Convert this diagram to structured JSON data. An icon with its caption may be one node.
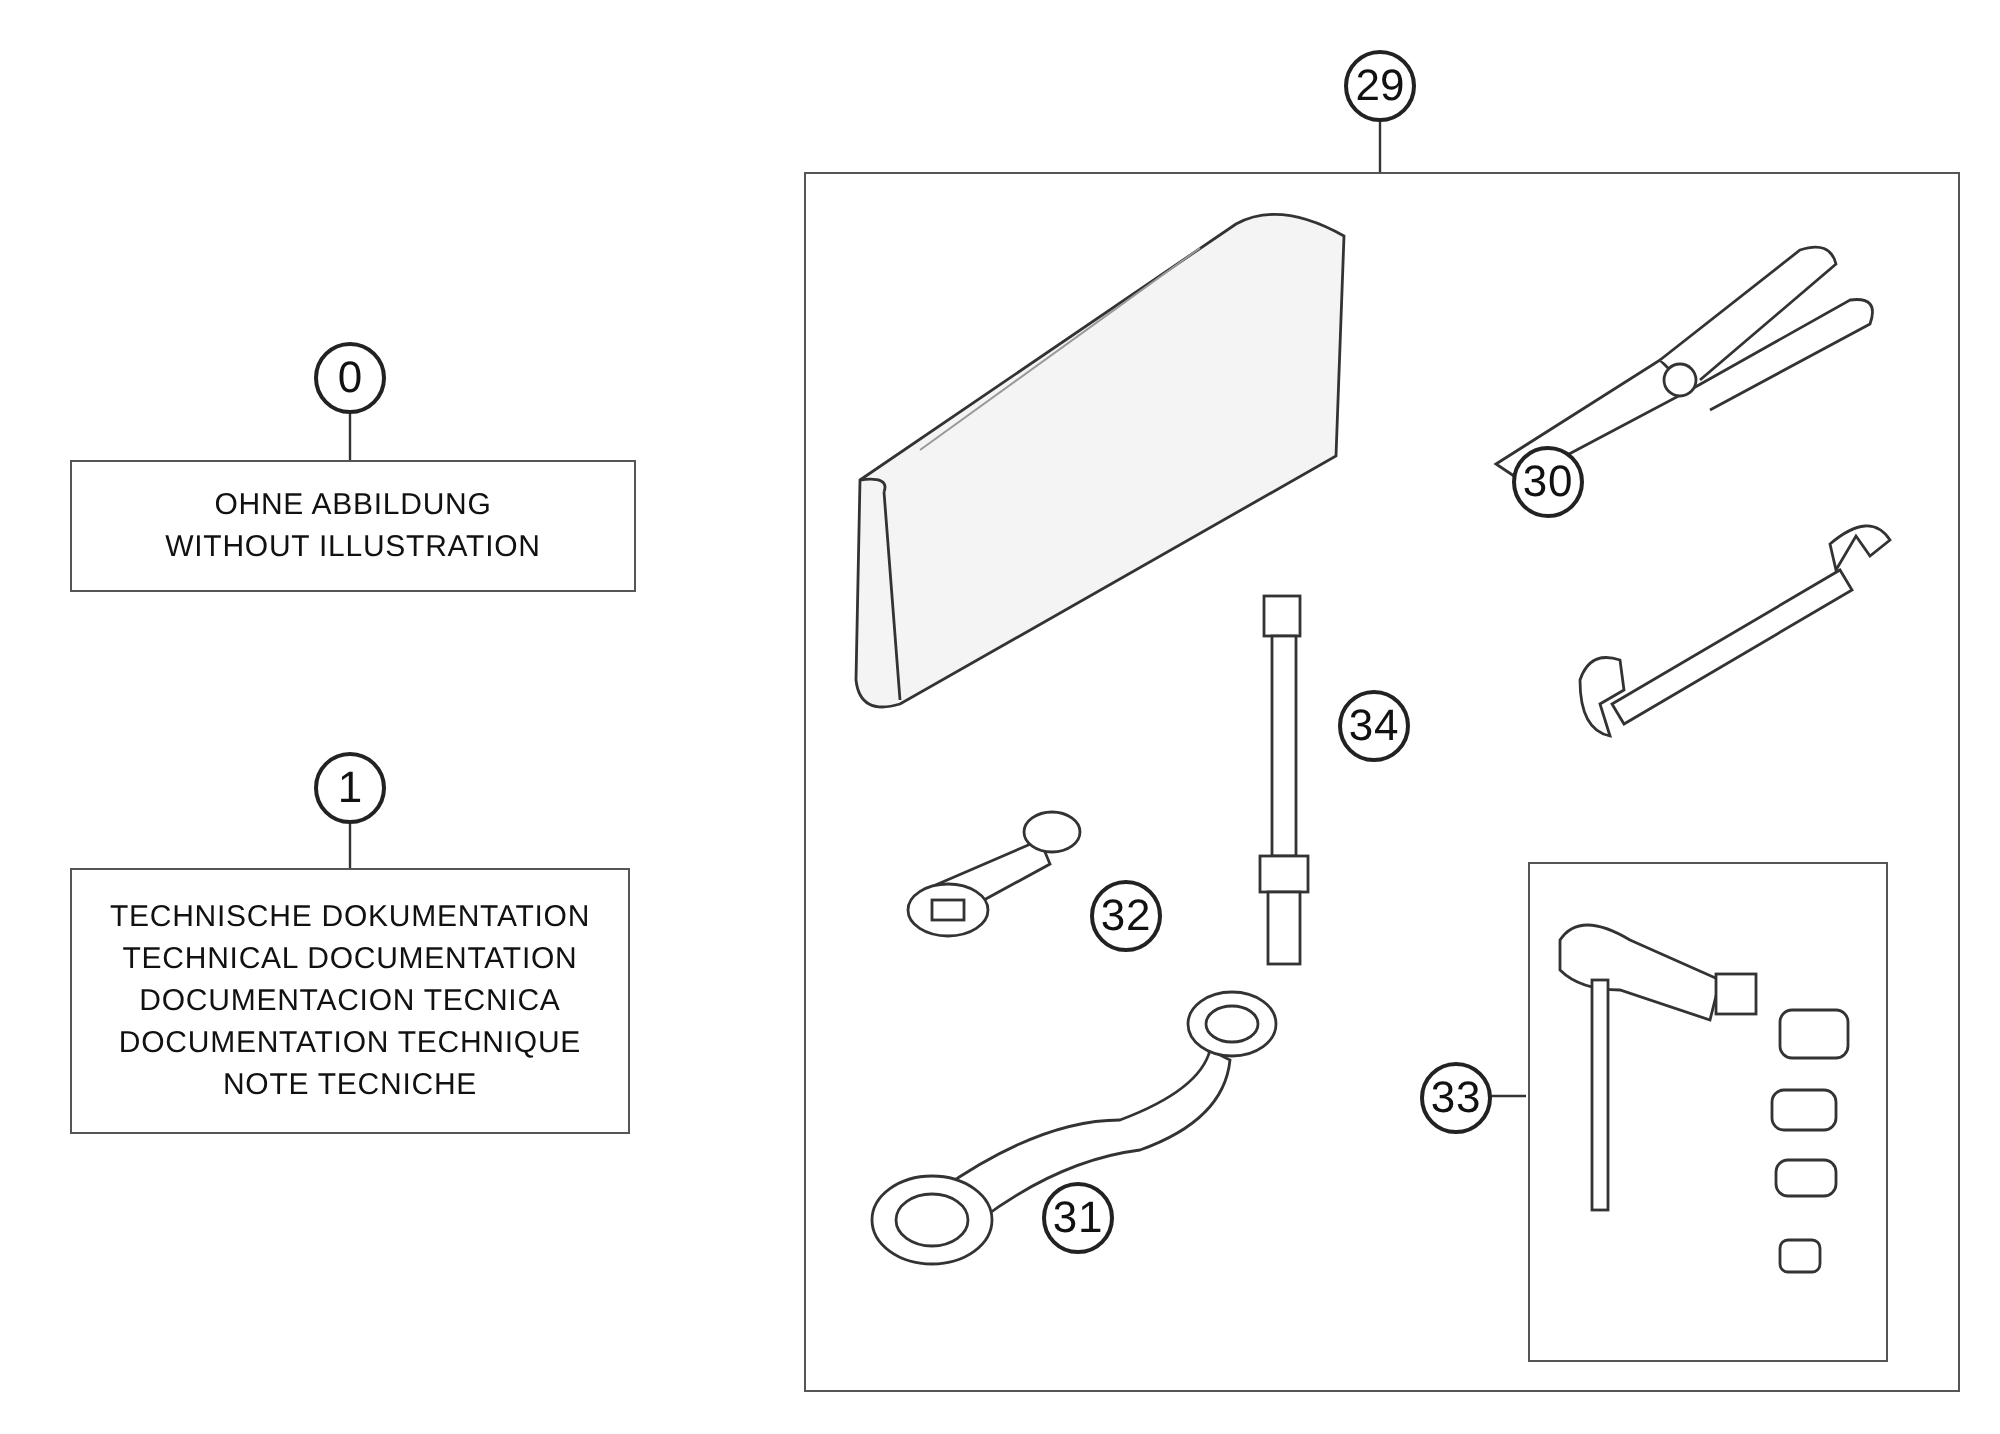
{
  "diagram": {
    "nodes": [
      {
        "text": [
          "0"
        ]
      },
      {
        "text": [
          "OHNE ABBILDUNG",
          "WITHOUT ILLUSTRATION"
        ]
      },
      {
        "text": [
          "1"
        ]
      },
      {
        "text": [
          "TECHNISCHE DOKUMENTATION",
          "TECHNICAL DOCUMENTATION",
          "DOCUMENTACION TECNICA",
          "DOCUMENTATION TECHNIQUE",
          "NOTE TECNICHE"
        ]
      },
      {
        "text": [
          "29"
        ]
      },
      {
        "text": [],
        "shape": "box"
      },
      {
        "text": [
          "30"
        ],
        "in": 5
      },
      {
        "text": [
          "34"
        ],
        "in": 5
      },
      {
        "text": [
          "32"
        ],
        "in": 5
      },
      {
        "text": [],
        "shape": "box",
        "in": 5
      },
      {
        "text": [
          "33"
        ],
        "in": 5
      },
      {
        "text": [
          "31"
        ],
        "in": 5
      }
    ],
    "edges": [
      {
        "from": 0,
        "to": 1,
        "arrow": "none"
      },
      {
        "from": 2,
        "to": 3,
        "arrow": "none"
      },
      {
        "from": 4,
        "to": 5,
        "arrow": "none"
      },
      {
        "from": 10,
        "to": 9,
        "arrow": "none"
      }
    ]
  }
}
